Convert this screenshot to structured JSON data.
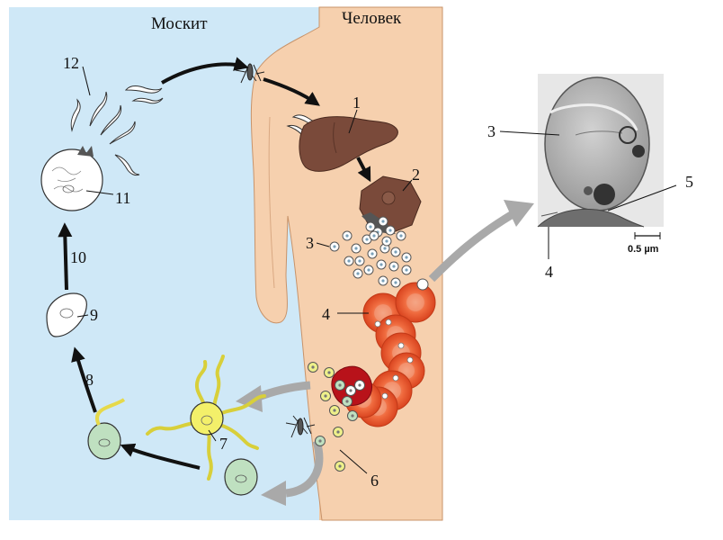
{
  "headers": {
    "mosquito": "Москит",
    "human": "Человек"
  },
  "stages": [
    {
      "num": "1",
      "name": "liver"
    },
    {
      "num": "2",
      "name": "liver-schizont"
    },
    {
      "num": "3",
      "name": "merozoites"
    },
    {
      "num": "4",
      "name": "red-blood-cells"
    },
    {
      "num": "5",
      "name": "merozoite-entry"
    },
    {
      "num": "6",
      "name": "gametocytes"
    },
    {
      "num": "7",
      "name": "gametes"
    },
    {
      "num": "8",
      "name": "zygote"
    },
    {
      "num": "9",
      "name": "ookinete"
    },
    {
      "num": "10",
      "name": "oocyst-growth"
    },
    {
      "num": "11",
      "name": "oocyst"
    },
    {
      "num": "12",
      "name": "sporozoites"
    }
  ],
  "micrograph": {
    "label_left": "3",
    "label_right": "5",
    "label_bottom": "4",
    "scale_bar": "0.5 µm"
  },
  "colors": {
    "mosquito_bg": "#cfe8f7",
    "human_bg": "#f2c7a1",
    "body_skin": "#f6d0ae",
    "liver": "#7a4a3a",
    "rbc": "#e8502a",
    "arrow_black": "#111111",
    "arrow_grey": "#a9a9a9"
  }
}
